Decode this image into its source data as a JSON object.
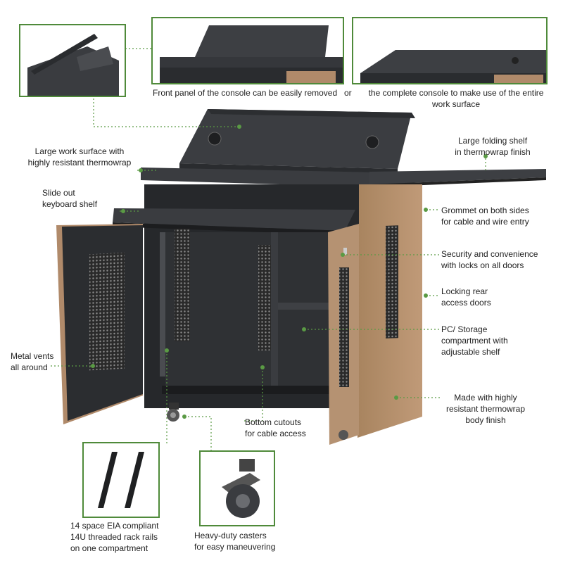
{
  "theme": {
    "accent": "#4f8a3a",
    "leader": "#5a9a44",
    "cabinet": "#2b2d30",
    "wood": "#b08a6a"
  },
  "captions": {
    "front_panel": "Front panel of the console can be easily removed",
    "or": "or",
    "complete_console_1": "the complete console to make use of the entire",
    "complete_console_2": "work surface"
  },
  "labels": {
    "work_surface_1": "Large work surface with",
    "work_surface_2": "highly resistant thermowrap",
    "keyboard_1": "Slide out",
    "keyboard_2": "keyboard shelf",
    "vents_1": "Metal vents",
    "vents_2": "all around",
    "folding_1": "Large folding shelf",
    "folding_2": "in thermowrap finish",
    "grommet_1": "Grommet on both sides",
    "grommet_2": "for cable and wire entry",
    "security_1": "Security and convenience",
    "security_2": "with locks on all doors",
    "rear_1": "Locking rear",
    "rear_2": "access doors",
    "storage_1": "PC/ Storage",
    "storage_2": "compartment with",
    "storage_3": "adjustable shelf",
    "body_1": "Made with highly",
    "body_2": "resistant thermowrap",
    "body_3": "body finish",
    "cutouts_1": "Bottom cutouts",
    "cutouts_2": "for cable access",
    "rails_1": "14 space EIA compliant",
    "rails_2": "14U threaded rack rails",
    "rails_3": "on one compartment",
    "casters_1": "Heavy-duty casters",
    "casters_2": "for easy maneuvering"
  },
  "icons": [
    "perforated-vent-icon",
    "grommet-icon",
    "caster-wheel-icon",
    "rack-rail-icon",
    "lock-icon"
  ]
}
